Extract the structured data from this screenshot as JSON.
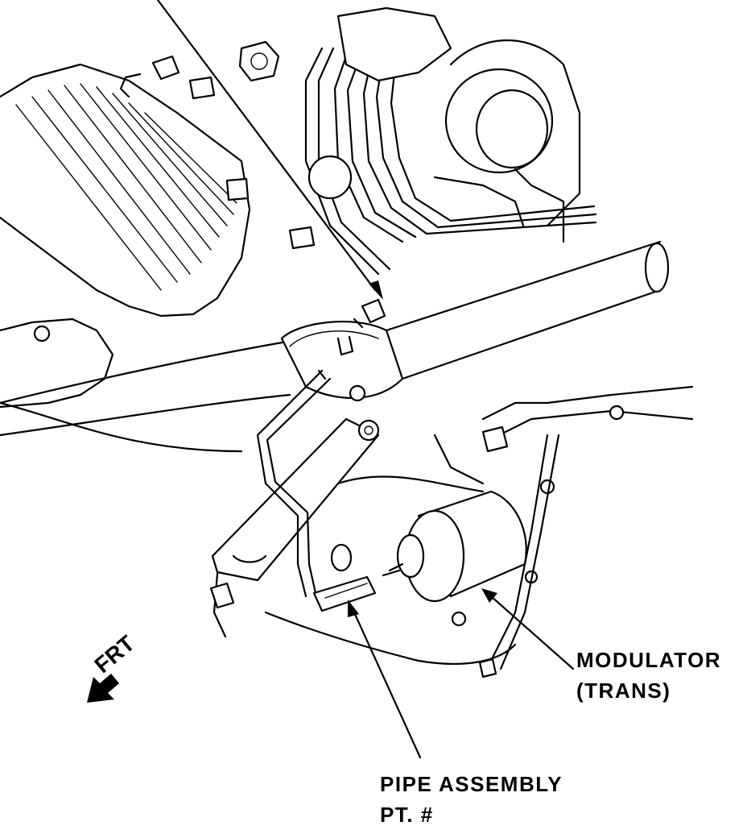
{
  "labels": {
    "modulator_line1": "MODULATOR",
    "modulator_line2": "(TRANS)",
    "pipe_line1": "PIPE ASSEMBLY",
    "pipe_line2": "PT. #",
    "front": "FRT"
  },
  "icons": {
    "front_arrow": "arrow-pointing-front-icon"
  },
  "colors": {
    "line": "#000000",
    "background": "#ffffff"
  }
}
